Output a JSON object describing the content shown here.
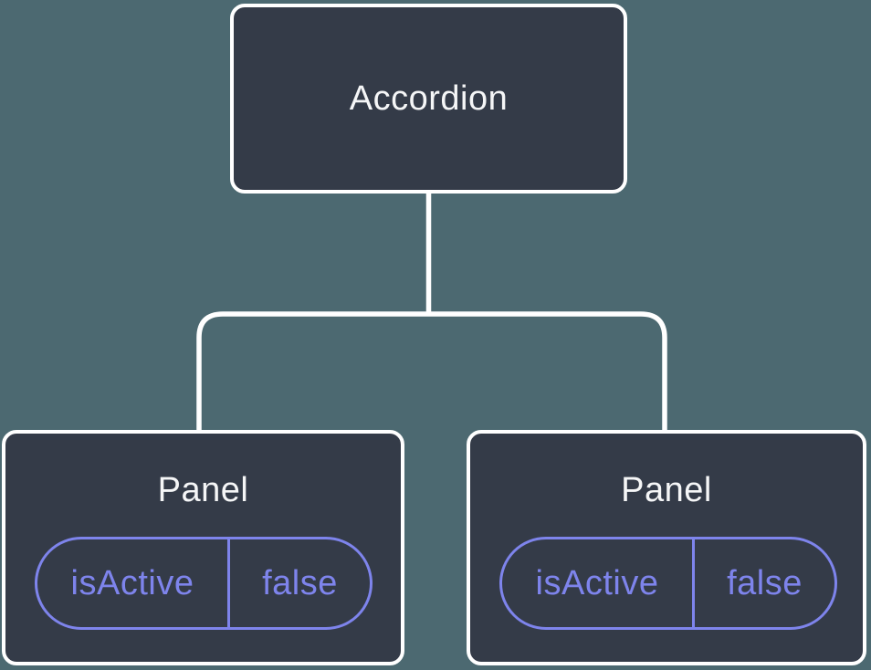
{
  "colors": {
    "background": "#4C6971",
    "node_fill": "#343B48",
    "node_border": "#FFFFFF",
    "connector": "#FFFFFF",
    "accent_purple": "#7E84EC",
    "title_text": "#F5F6F7"
  },
  "diagram": {
    "type": "component-tree",
    "root": {
      "label": "Accordion"
    },
    "children": [
      {
        "label": "Panel",
        "prop_name": "isActive",
        "prop_value": "false"
      },
      {
        "label": "Panel",
        "prop_name": "isActive",
        "prop_value": "false"
      }
    ]
  }
}
